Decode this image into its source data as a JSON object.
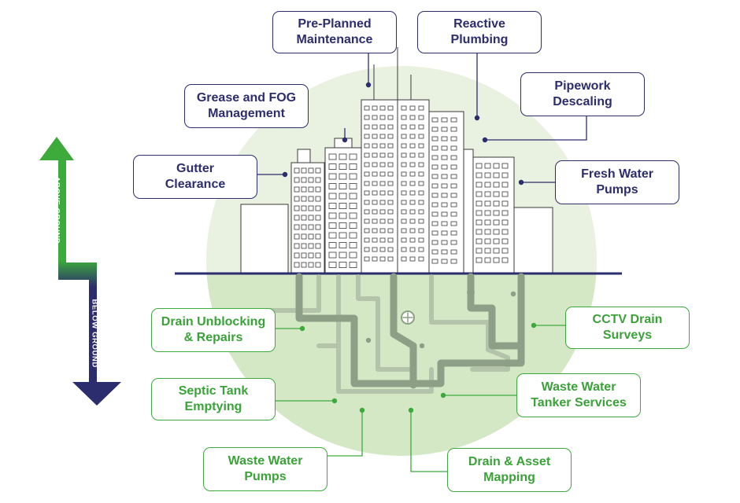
{
  "diagram": {
    "arrow_labels": {
      "above": "ABOVE GROUND",
      "below": "BELOW GROUND"
    },
    "services_above": [
      {
        "id": "pre-planned-maintenance",
        "label": "Pre-Planned\nMaintenance"
      },
      {
        "id": "reactive-plumbing",
        "label": "Reactive\nPlumbing"
      },
      {
        "id": "grease-fog-management",
        "label": "Grease and FOG\nManagement"
      },
      {
        "id": "pipework-descaling",
        "label": "Pipework\nDescaling"
      },
      {
        "id": "gutter-clearance",
        "label": "Gutter\nClearance"
      },
      {
        "id": "fresh-water-pumps",
        "label": "Fresh Water\nPumps"
      }
    ],
    "services_below": [
      {
        "id": "drain-unblocking-repairs",
        "label": "Drain Unblocking\n& Repairs"
      },
      {
        "id": "cctv-drain-surveys",
        "label": "CCTV Drain\nSurveys"
      },
      {
        "id": "septic-tank-emptying",
        "label": "Septic Tank\nEmptying"
      },
      {
        "id": "waste-water-tanker-services",
        "label": "Waste Water\nTanker Services"
      },
      {
        "id": "waste-water-pumps",
        "label": "Waste Water\nPumps"
      },
      {
        "id": "drain-asset-mapping",
        "label": "Drain & Asset\nMapping"
      }
    ],
    "colors": {
      "navy": "#2b2d6e",
      "green": "#3daa3c",
      "circle_top": "#e9f1e0",
      "circle_bottom": "#d5e8c6",
      "pipe_dark": "#8d9f86",
      "pipe_light": "#b4c4aa",
      "building_line": "#3a3a3a"
    }
  }
}
